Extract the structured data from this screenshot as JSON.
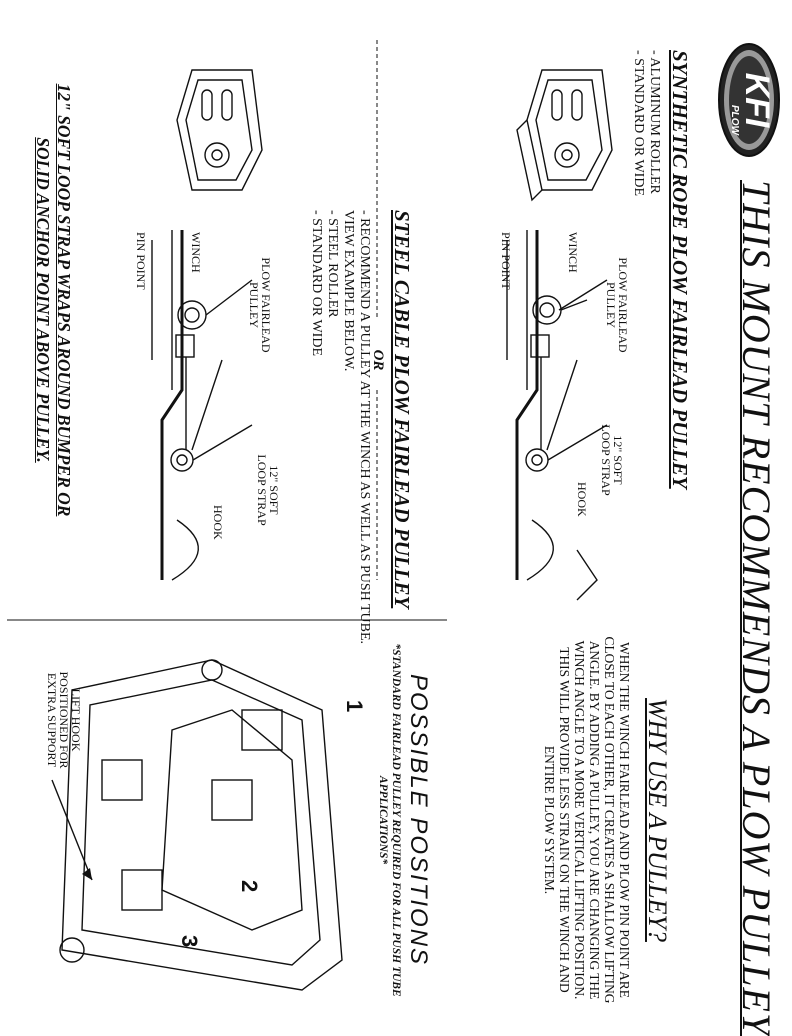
{
  "brand": {
    "logo_text": "KFI",
    "logo_sub": "PLOW"
  },
  "title": "THIS MOUNT RECOMMENDS A PLOW PULLEY",
  "synthetic": {
    "heading": "SYNTHETIC ROPE PLOW FAIRLEAD PULLEY",
    "bullets": [
      "- ALUMINUM ROLLER",
      "- STANDARD OR WIDE"
    ],
    "labels": {
      "pulley": "PLOW FAIRLEAD PULLEY",
      "winch": "WINCH",
      "pin": "PIN POINT",
      "strap": "12\" SOFT LOOP STRAP",
      "hook": "HOOK"
    }
  },
  "divider": "OR",
  "steel": {
    "heading": "STEEL CABLE PLOW FAIRLEAD PULLEY",
    "bullets": [
      "- RECOMMEND A PULLEY AT THE WINCH AS WELL AS PUSH TUBE.",
      "VIEW EXAMPLE BELOW.",
      "- STEEL ROLLER",
      "- STANDARD OR WIDE"
    ],
    "labels": {
      "pulley": "PLOW FAIRLEAD PULLEY",
      "winch": "WINCH",
      "pin": "PIN POINT",
      "strap": "12\" SOFT LOOP STRAP",
      "hook": "HOOK"
    }
  },
  "strap_note": "12\" SOFT LOOP STRAP WRAPS AROUND BUMPER OR SOLID ANCHOR POINT ABOVE PULLEY.",
  "why": {
    "heading": "WHY USE A PULLEY?",
    "body": "WHEN THE WINCH FAIRLEAD AND PLOW PIN POINT ARE CLOSE TO EACH OTHER, IT CREATES A SHALLOW LIFTING ANGLE. BY ADDING A PULLEY, YOU ARE CHANGING THE WINCH ANGLE TO A MORE VERTICAL LIFTING POSITION. THIS WILL PROVIDE LESS STRAIN ON THE WINCH AND ENTIRE PLOW SYSTEM."
  },
  "positions": {
    "heading": "POSSIBLE POSITIONS",
    "note": "*STANDARD FAIRLEAD PULLEY REQUIRED FOR ALL PUSH TUBE APPLICATIONS*",
    "numbers": [
      "1",
      "2",
      "3"
    ],
    "lift_hook": "LIFT HOOK POSITIONED FOR EXTRA SUPPORT"
  }
}
